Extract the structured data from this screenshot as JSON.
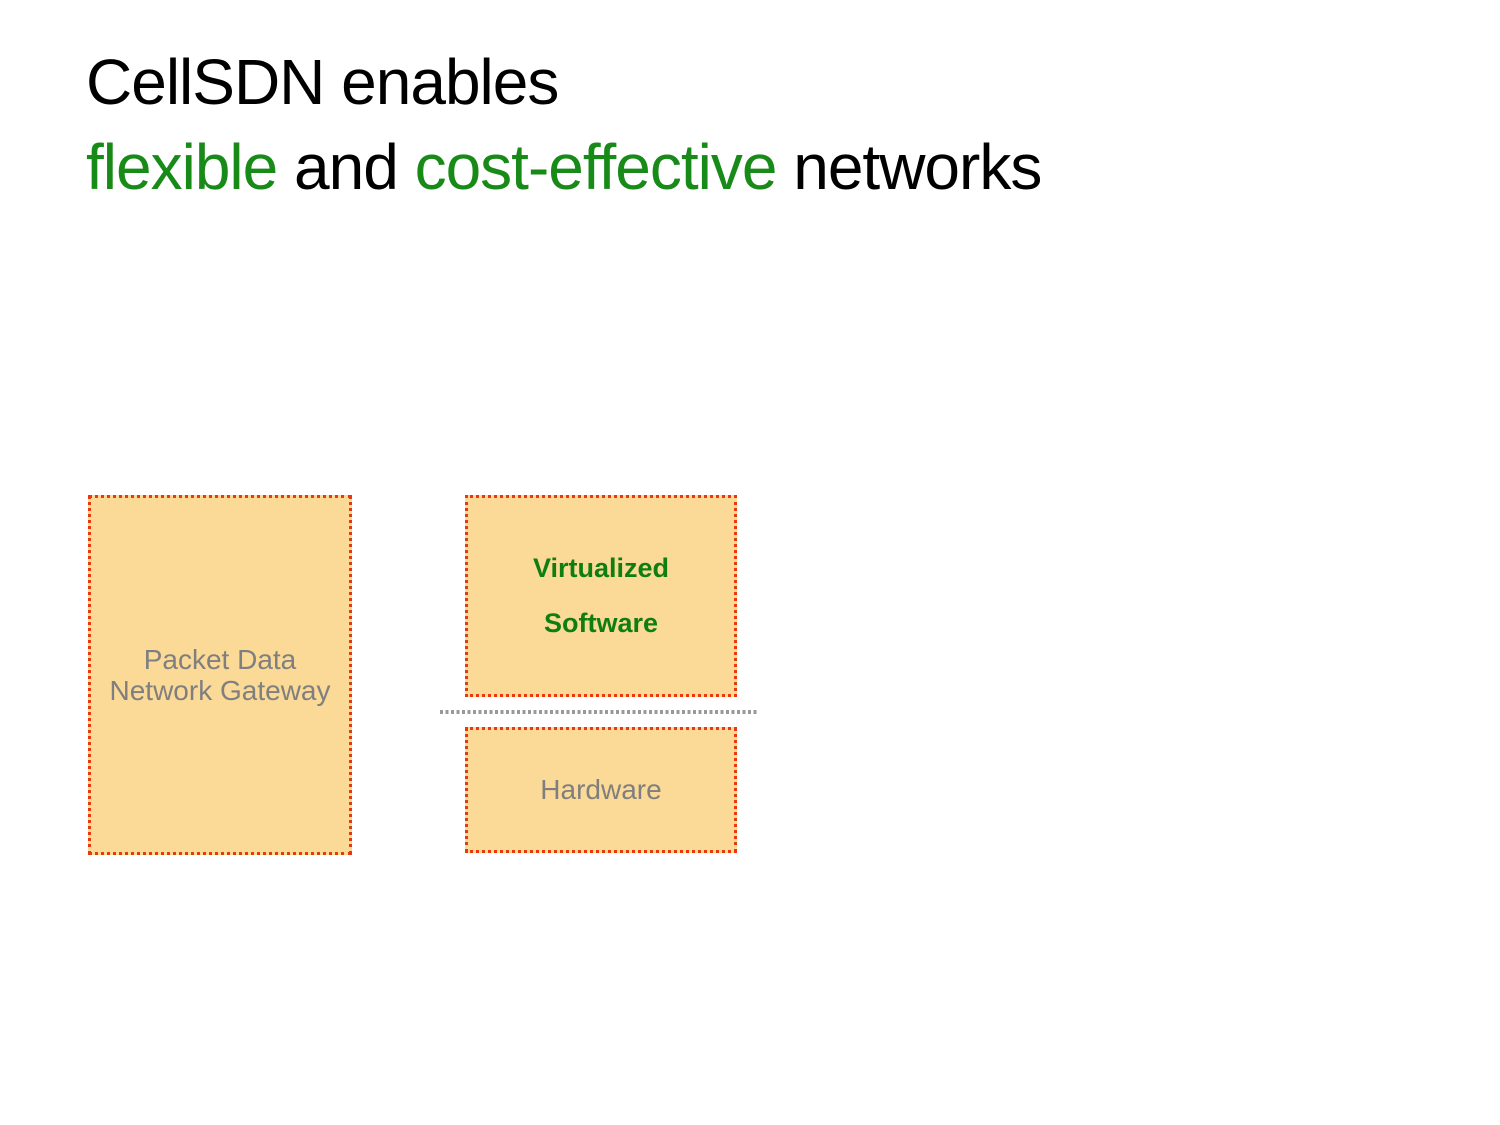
{
  "title": {
    "line1": "CellSDN enables",
    "flexible": "flexible",
    "and": " and ",
    "cost_effective": "cost-effective",
    "networks": " networks"
  },
  "diagram": {
    "pgw_box": {
      "line1": "Packet Data",
      "line2": "Network Gateway"
    },
    "software_box": {
      "line1": "Virtualized",
      "line2": "Software"
    },
    "hardware_box": {
      "label": "Hardware"
    }
  },
  "colors": {
    "title_text": "#000000",
    "title_accent_green": "#178a17",
    "box_fill": "#fbd996",
    "box_border_red": "#e8390e",
    "box_label_gray": "#7f7f7f",
    "software_label_green": "#0f7e10",
    "divider_gray": "#999999"
  }
}
